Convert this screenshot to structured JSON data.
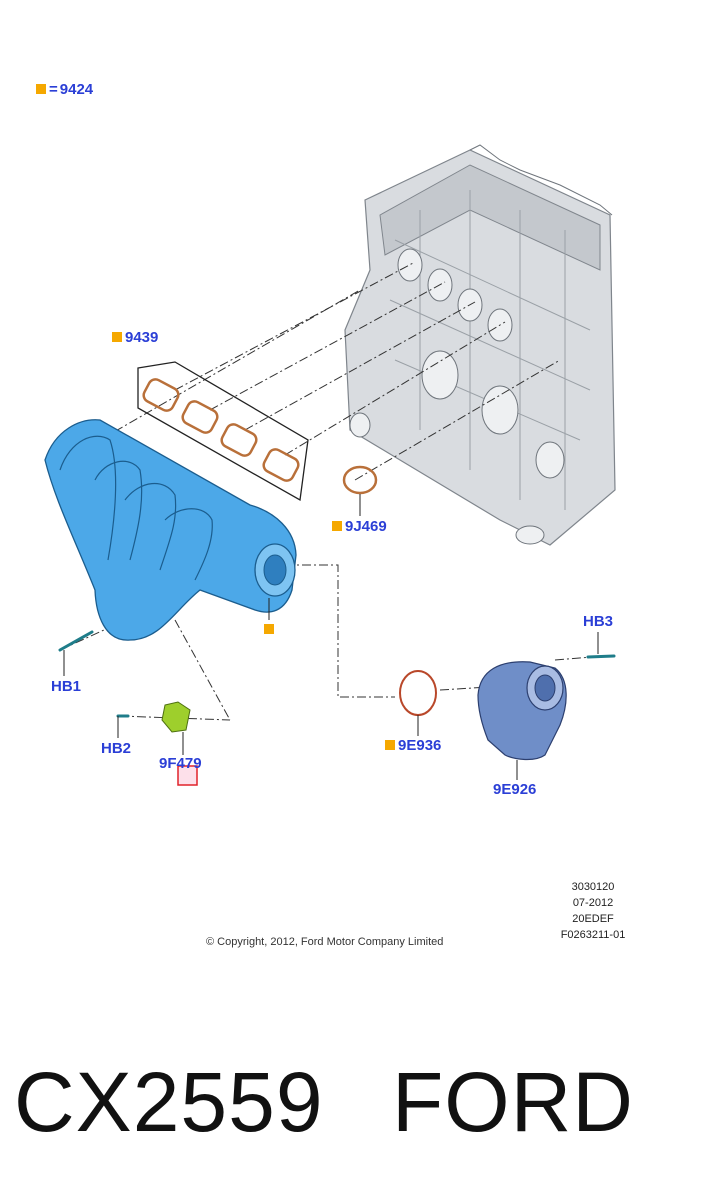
{
  "legend": {
    "symbol": "■",
    "equals": "=",
    "code": "9424"
  },
  "parts": {
    "gaskets": "9439",
    "throttle_gasket_small": "9J469",
    "bolt_hb1": "HB1",
    "bolt_hb2": "HB2",
    "bolt_hb3": "HB3",
    "sensor": "9F479",
    "oring": "9E936",
    "throttle_body": "9E926"
  },
  "meta": {
    "line1": "3030120",
    "line2": "07-2012",
    "line3": "20EDEF",
    "line4": "F0263211-01",
    "copyright": "© Copyright, 2012, Ford Motor Company Limited"
  },
  "footer": {
    "part_number": "CX2559",
    "brand": "FORD"
  },
  "colors": {
    "label": "#2b3fd6",
    "marker": "#f5a800",
    "part_blue": "#4ca8e8",
    "engine_gray": "#d9dce0",
    "gasket": "#b9703a"
  }
}
